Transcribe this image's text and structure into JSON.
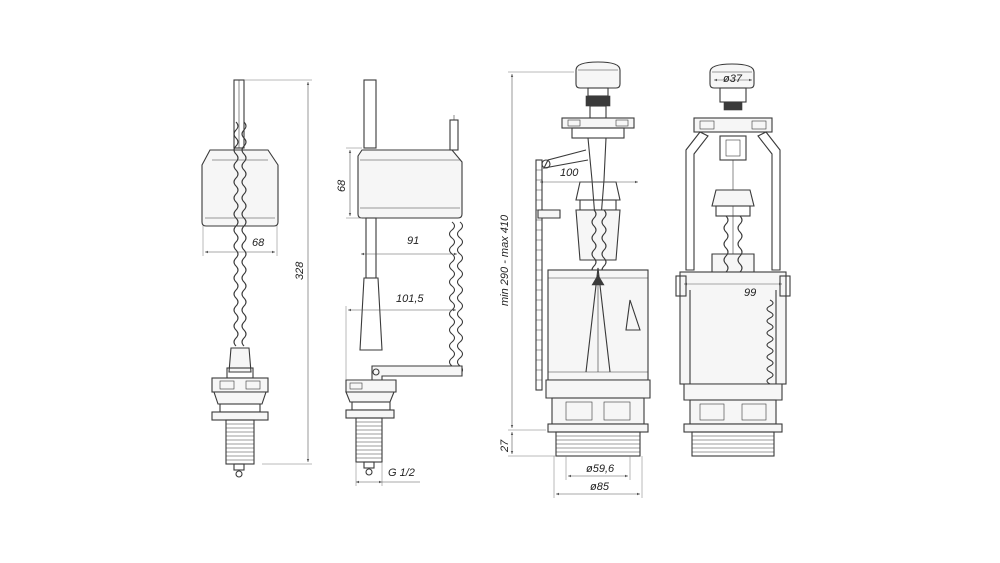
{
  "dimensions": {
    "valve_front_width": "68",
    "valve_total_height": "328",
    "valve_float_height": "68",
    "valve_arm_width": "91",
    "valve_arm_reach": "101,5",
    "valve_thread": "G 1/2",
    "flush_height_range": "min 290 - max 410",
    "flush_arm_width": "100",
    "flush_base_height": "27",
    "flush_outlet_inner": "ø59,6",
    "flush_outlet_outer": "ø85",
    "button_diameter": "ø37",
    "flush_cage_width": "99"
  },
  "colors": {
    "line": "#3a3a3a",
    "fill": "#f6f6f6"
  }
}
